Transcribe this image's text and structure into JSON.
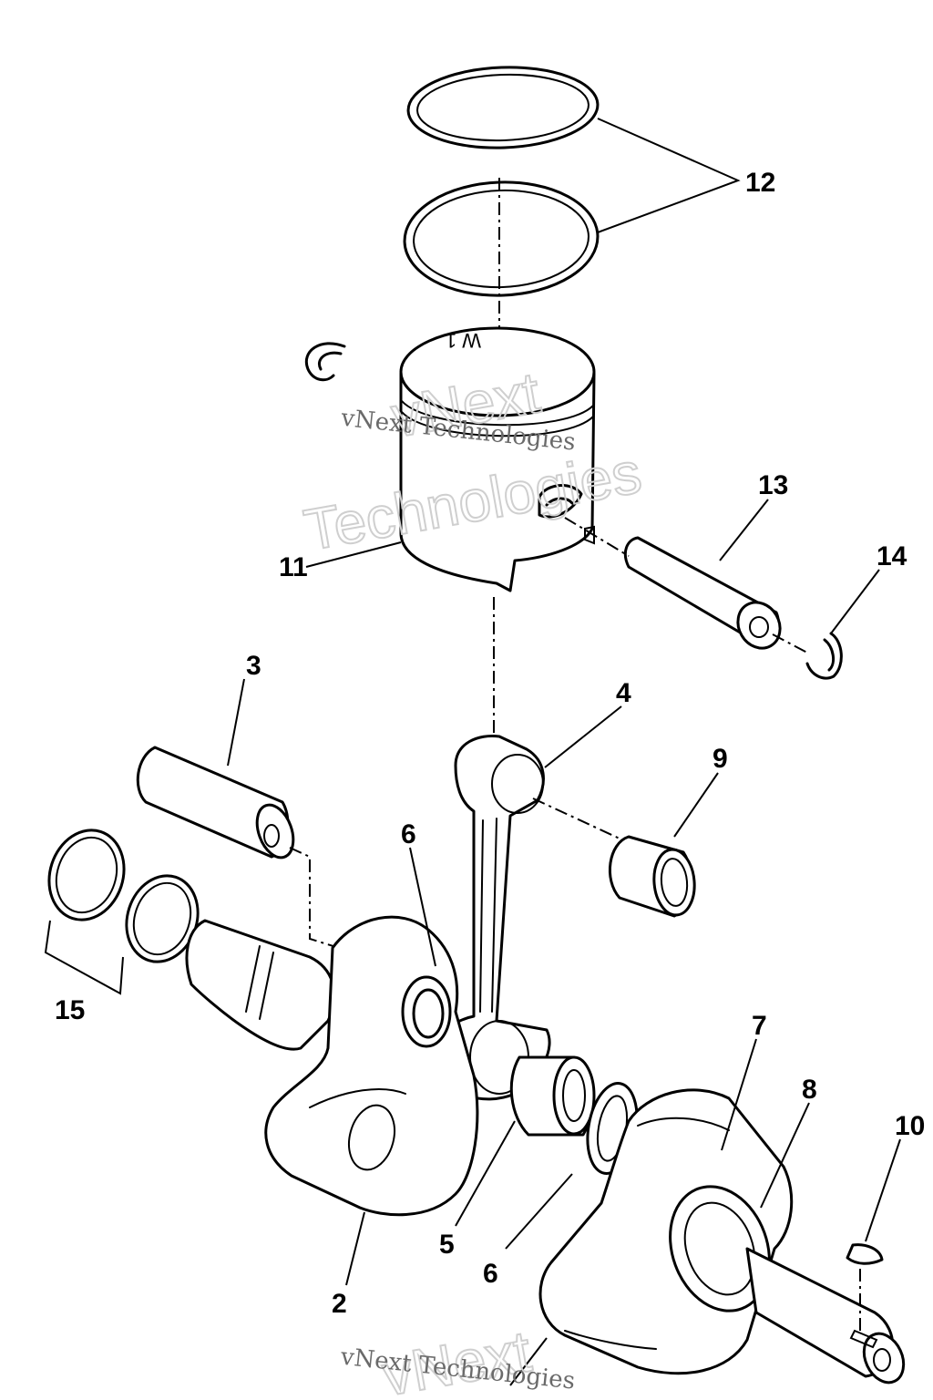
{
  "callouts": {
    "c2": "2",
    "c3": "3",
    "c4": "4",
    "c5": "5",
    "c6a": "6",
    "c6b": "6",
    "c7": "7",
    "c8": "8",
    "c9": "9",
    "c10": "10",
    "c11": "11",
    "c12": "12",
    "c13": "13",
    "c14": "14",
    "c15": "15"
  },
  "piston_marking": "W 1",
  "watermark": {
    "serif_text": "vNext Technologies",
    "outline_line1": "vNext",
    "outline_line2": "Technologies"
  }
}
